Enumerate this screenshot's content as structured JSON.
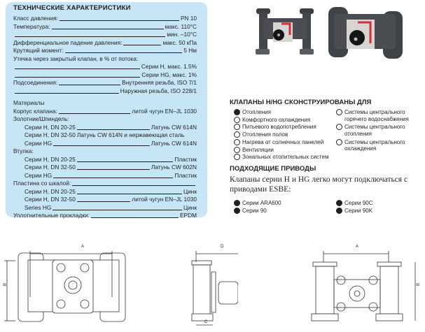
{
  "specs": {
    "title": "ТЕХНИЧЕСКИЕ ХАРАКТЕРИСТИКИ",
    "rows": [
      {
        "label": "Класс давления:",
        "value": "PN 10"
      },
      {
        "label": "Температура:",
        "value": "макс. 110°C"
      },
      {
        "label": "",
        "value": "мин. –10°C"
      },
      {
        "label": "Дифференциальное падение давления:",
        "value": "макс. 50 кПа"
      },
      {
        "label": "Крутящий момент:",
        "value": "5 Нм"
      },
      {
        "label": "Утечка через закрытый клапан, в % от потока:",
        "value": ""
      },
      {
        "label": "",
        "value": "Серии H, макс. 1.5%"
      },
      {
        "label": "",
        "value": "Серии HG, макс. 1%"
      },
      {
        "label": "Подсоединения:",
        "value": "Внутренняя резьба, ISO 7/1"
      },
      {
        "label": "",
        "value": "Наружная резьба, ISO 228/1"
      }
    ],
    "materials_title": "Материалы",
    "materials": [
      {
        "label": "Корпус клапана:",
        "value": "литой чугун EN–JL 1030",
        "indent": false
      },
      {
        "label": "Золотник/Шпиндель:",
        "value": "",
        "indent": false
      },
      {
        "label": "Серии H, DN 20-25",
        "value": "Латунь CW 614N",
        "indent": true
      },
      {
        "label": "Серии H, DN 32-50",
        "value": "Латунь CW 614N и нержавеющая сталь",
        "indent": true
      },
      {
        "label": "Серии HG",
        "value": "Латунь CW 614N",
        "indent": true
      },
      {
        "label": "Втулка:",
        "value": "",
        "indent": false
      },
      {
        "label": "Серии H, DN 20-25",
        "value": "Пластик",
        "indent": true
      },
      {
        "label": "Серии H, DN 32-50",
        "value": "Латунь CW 602N",
        "indent": true
      },
      {
        "label": "Серии HG",
        "value": "Пластик",
        "indent": true
      },
      {
        "label": "Пластина со шкалой:",
        "value": "",
        "indent": false
      },
      {
        "label": "Серии H, DN 20-25",
        "value": "Цинк",
        "indent": true
      },
      {
        "label": "Серии H, DN 32-50",
        "value": "литой чугун EN–JL 1030",
        "indent": true
      },
      {
        "label": "Series HG",
        "value": "Цинк",
        "indent": true
      },
      {
        "label": "Уплотнительные прокладки:",
        "value": "EPDM",
        "indent": false
      }
    ]
  },
  "applications": {
    "title": "КЛАПАНЫ H/HG СКОНСТРУИРОВАНЫ ДЛЯ",
    "left": [
      {
        "label": "Отопления",
        "filled": true
      },
      {
        "label": "Комфортного охлаждения",
        "filled": false
      },
      {
        "label": "Питьевого водопотребления",
        "filled": false
      },
      {
        "label": "Отопления полов",
        "filled": false
      },
      {
        "label": "Нагрева от солнечных панелей",
        "filled": false
      },
      {
        "label": "Вентиляции",
        "filled": false
      },
      {
        "label": "Зональных отопительных систем",
        "filled": false
      }
    ],
    "right": [
      {
        "label": "Системы центрального горячего водоснабжения",
        "filled": false
      },
      {
        "label": "Системы центрального отопления",
        "filled": false
      },
      {
        "label": "Системы центрального охлаждения",
        "filled": false
      }
    ]
  },
  "actuators": {
    "title": "ПОДХОДЯЩИЕ ПРИВОДЫ",
    "text": "Клапаны серии H и HG легко могут подключаться с приводами ESBE:",
    "items": [
      "Серии ARA600",
      "Серии 90",
      "Серии 90C",
      "Серии 90K"
    ]
  },
  "drawings": {
    "dim_a": "A",
    "dim_b": "B",
    "dim_c": "C",
    "dim_d": "D"
  }
}
